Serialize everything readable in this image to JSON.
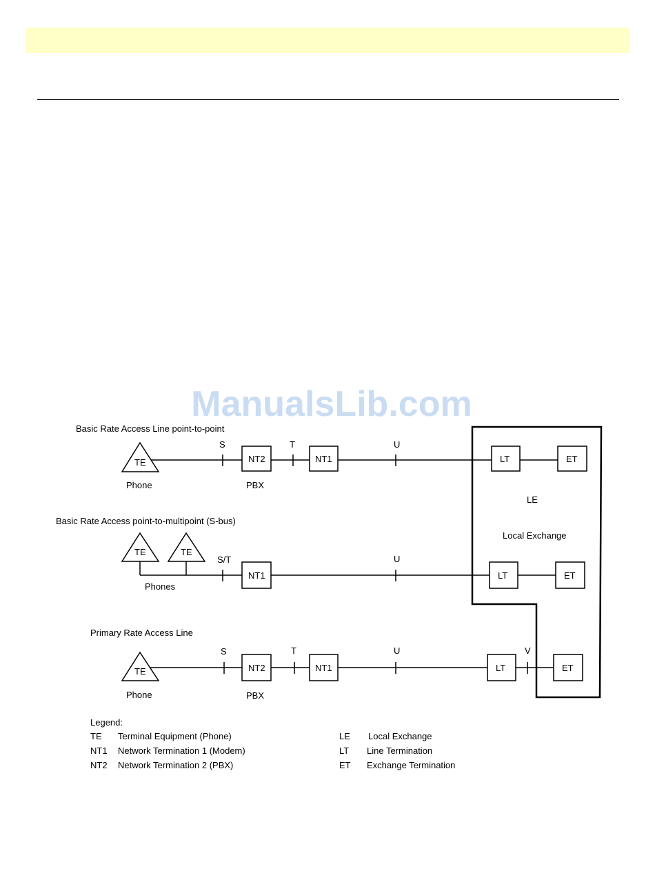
{
  "watermark": "ManualsLib.com",
  "colors": {
    "header_band": "#ffffc8",
    "watermark": "#c9dcf2",
    "line": "#000000"
  },
  "rows": [
    {
      "title": "Basic Rate Access Line point-to-point",
      "terminals": [
        "TE"
      ],
      "terminal_caption": "Phone",
      "nodes": [
        "NT2",
        "NT1",
        "LT",
        "ET"
      ],
      "node_caption": "PBX",
      "reference_points": [
        "S",
        "T",
        "U"
      ]
    },
    {
      "title": "Basic Rate Access point-to-multipoint (S-bus)",
      "terminals": [
        "TE",
        "TE"
      ],
      "terminal_caption": "Phones",
      "nodes": [
        "NT1",
        "LT",
        "ET"
      ],
      "reference_points": [
        "S/T",
        "U"
      ]
    },
    {
      "title": "Primary Rate Access Line",
      "terminals": [
        "TE"
      ],
      "terminal_caption": "Phone",
      "nodes": [
        "NT2",
        "NT1",
        "LT",
        "ET"
      ],
      "node_caption": "PBX",
      "reference_points": [
        "S",
        "T",
        "U",
        "V"
      ]
    }
  ],
  "local_exchange": {
    "abbr": "LE",
    "name": "Local Exchange"
  },
  "legend": {
    "title": "Legend:",
    "left": [
      {
        "abbr": "TE",
        "desc": "Terminal Equipment (Phone)"
      },
      {
        "abbr": "NT1",
        "desc": "Network Termination 1 (Modem)"
      },
      {
        "abbr": "NT2",
        "desc": "Network Termination 2 (PBX)"
      }
    ],
    "right": [
      {
        "abbr": "LE",
        "desc": "Local Exchange"
      },
      {
        "abbr": "LT",
        "desc": "Line Termination"
      },
      {
        "abbr": "ET",
        "desc": "Exchange Termination"
      }
    ]
  }
}
